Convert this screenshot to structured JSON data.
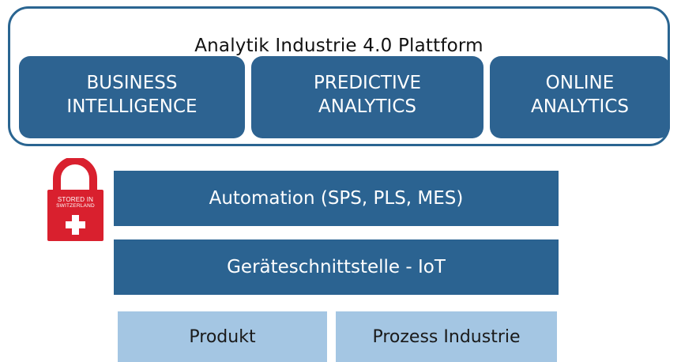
{
  "platform": {
    "title": "Analytik Industrie 4.0 Plattform",
    "modules": [
      {
        "label": "BUSINESS\nINTELLIGENCE"
      },
      {
        "label": "PREDICTIVE\nANALYTICS"
      },
      {
        "label": "ONLINE\nANALYTICS"
      }
    ]
  },
  "layers": {
    "automation": "Automation (SPS, PLS, MES)",
    "device_interface": "Geräteschnittstelle - IoT"
  },
  "fields": {
    "product": "Produkt",
    "process": "Prozess Industrie"
  },
  "badge": {
    "line1": "STORED IN",
    "line2": "SWITZERLAND",
    "icon": "swiss-cross-padlock-icon"
  },
  "colors": {
    "primary_blue": "#2d6391",
    "light_blue": "#a4c6e3",
    "lock_red": "#d9202e"
  }
}
